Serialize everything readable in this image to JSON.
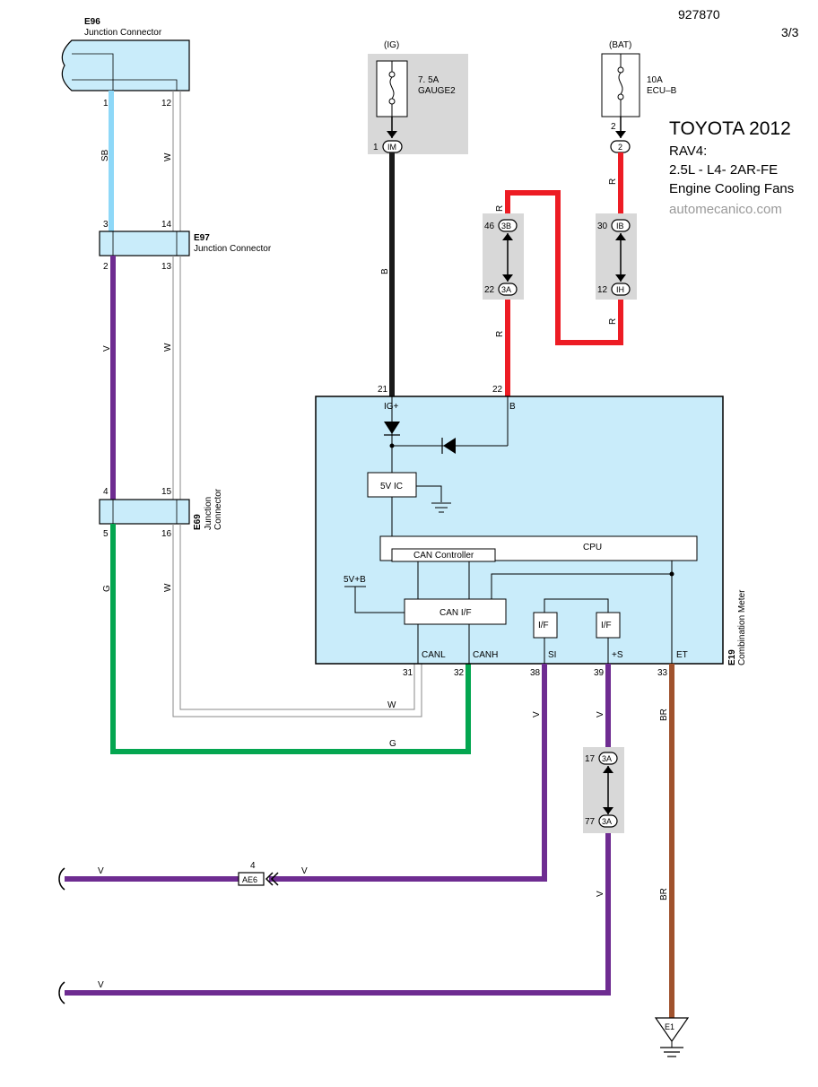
{
  "header": {
    "doc_number": "927870",
    "page": "3/3"
  },
  "title_block": {
    "line1": "TOYOTA 2012",
    "line2": "RAV4:",
    "line3": "2.5L - L4- 2AR-FE",
    "line4": "Engine Cooling Fans",
    "site": "automecanico.com"
  },
  "connectors": {
    "e96": {
      "code": "E96",
      "name": "Junction Connector",
      "pin_a": "1",
      "pin_b": "12"
    },
    "e97": {
      "code": "E97",
      "name": "Junction Connector",
      "pin_a_top": "3",
      "pin_b_top": "14",
      "pin_a_bottom": "2",
      "pin_b_bottom": "13"
    },
    "e69": {
      "code": "E69",
      "name_line1": "Junction",
      "name_line2": "Connector",
      "pin_a_top": "4",
      "pin_b_top": "15",
      "pin_a_bottom": "5",
      "pin_b_bottom": "16"
    }
  },
  "fuses": {
    "ig": {
      "source": "(IG)",
      "rating": "7. 5A",
      "name": "GAUGE2",
      "pin": "1",
      "connector": "IM"
    },
    "bat": {
      "source": "(BAT)",
      "rating": "10A",
      "name": "ECU–B",
      "pin_top": "2",
      "pin": "2",
      "connector": "2"
    }
  },
  "inline_connectors": {
    "c3b": {
      "pin": "46",
      "code": "3B"
    },
    "c3a_top": {
      "pin": "22",
      "code": "3A"
    },
    "c1b": {
      "pin": "30",
      "code": "IB"
    },
    "c1h": {
      "pin": "12",
      "code": "IH"
    },
    "c3a_mid_top": {
      "pin": "17",
      "code": "3A"
    },
    "c3a_mid_bottom": {
      "pin": "77",
      "code": "3A"
    }
  },
  "wire_colors": {
    "sb": "SB",
    "w": "W",
    "v": "V",
    "g": "G",
    "b": "B",
    "r": "R",
    "br": "BR"
  },
  "meter": {
    "code": "E19",
    "name": "Combination Meter",
    "pin_ig": "21",
    "label_ig": "IG+",
    "pin_b": "22",
    "label_b": "B",
    "ic_label": "5V IC",
    "cpu_label": "CPU",
    "can_controller_label": "CAN Controller",
    "can_if_label": "CAN I/F",
    "supply_label": "5V+B",
    "if1_label": "I/F",
    "if2_label": "I/F",
    "canl_label": "CANL",
    "canl_pin": "31",
    "canh_label": "CANH",
    "canh_pin": "32",
    "si_label": "SI",
    "si_pin": "38",
    "s_label": "+S",
    "s_pin": "39",
    "et_label": "ET",
    "et_pin": "33"
  },
  "lower": {
    "ae6_pin": "4",
    "ae6_code": "AE6",
    "ground_code": "E1"
  },
  "colors": {
    "light_blue": "#c9ecfa",
    "purple": "#6e2c91",
    "green": "#04a650",
    "red": "#ed1c24",
    "brown": "#a0522d",
    "black": "#1a1a1a",
    "sky_blue": "#8ed8f8",
    "gray_box": "#d8d8d8"
  }
}
